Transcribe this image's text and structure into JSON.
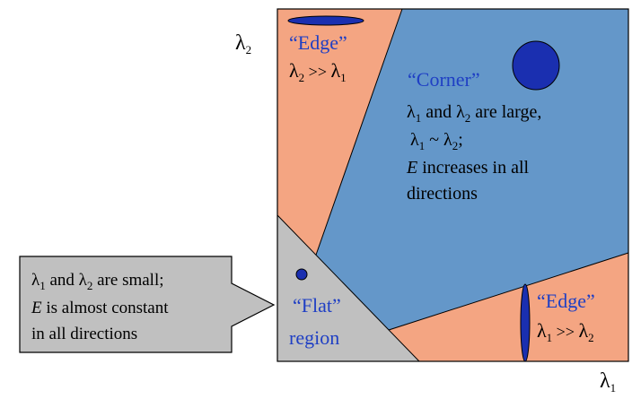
{
  "axes": {
    "y_label": {
      "main": "λ",
      "sub": "2"
    },
    "x_label": {
      "main": "λ",
      "sub": "1"
    }
  },
  "regions": {
    "edge_top": {
      "title": "“Edge”",
      "condition": {
        "a": "λ",
        "a_sub": "2",
        "op": " >> ",
        "b": "λ",
        "b_sub": "1"
      }
    },
    "corner": {
      "title": "“Corner”",
      "line1": {
        "a": "λ",
        "a_sub": "1",
        "mid": " and ",
        "b": "λ",
        "b_sub": "2",
        "tail": " are large,"
      },
      "line2": {
        "a": "λ",
        "a_sub": "1",
        "op": " ~ ",
        "b": "λ",
        "b_sub": "2",
        "tail": ";"
      },
      "line3": {
        "e": "E",
        "rest": " increases in all"
      },
      "line4": "directions"
    },
    "flat": {
      "line1": "“Flat”",
      "line2": "region"
    },
    "edge_right": {
      "title": "“Edge”",
      "condition": {
        "a": "λ",
        "a_sub": "1",
        "op": " >> ",
        "b": "λ",
        "b_sub": "2"
      }
    }
  },
  "callout": {
    "line1": {
      "a": "λ",
      "a_sub": "1",
      "mid": " and ",
      "b": "λ",
      "b_sub": "2",
      "tail": " are small;"
    },
    "line2": {
      "e": "E",
      "rest": " is almost constant"
    },
    "line3": "in all directions"
  },
  "colors": {
    "edge": "#f4a582",
    "corner": "#6497c9",
    "flat": "#c0c0c0",
    "ellipse": "#1a2fb0",
    "title_text": "#1f3fc4",
    "border": "#000000"
  }
}
